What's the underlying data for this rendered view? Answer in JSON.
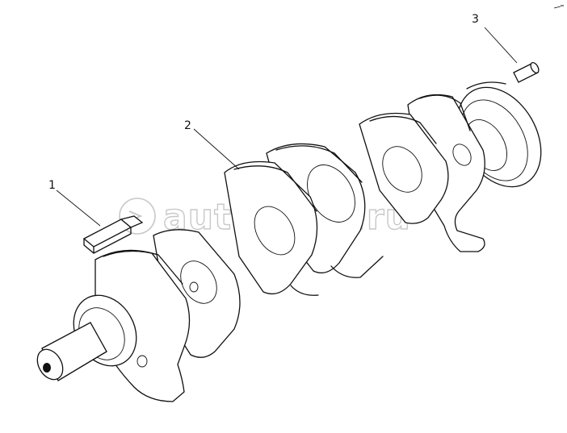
{
  "callouts": [
    {
      "id": "1",
      "label": "1"
    },
    {
      "id": "2",
      "label": "2"
    },
    {
      "id": "3",
      "label": "3"
    }
  ],
  "watermark": {
    "text": "autopiter.ru"
  }
}
